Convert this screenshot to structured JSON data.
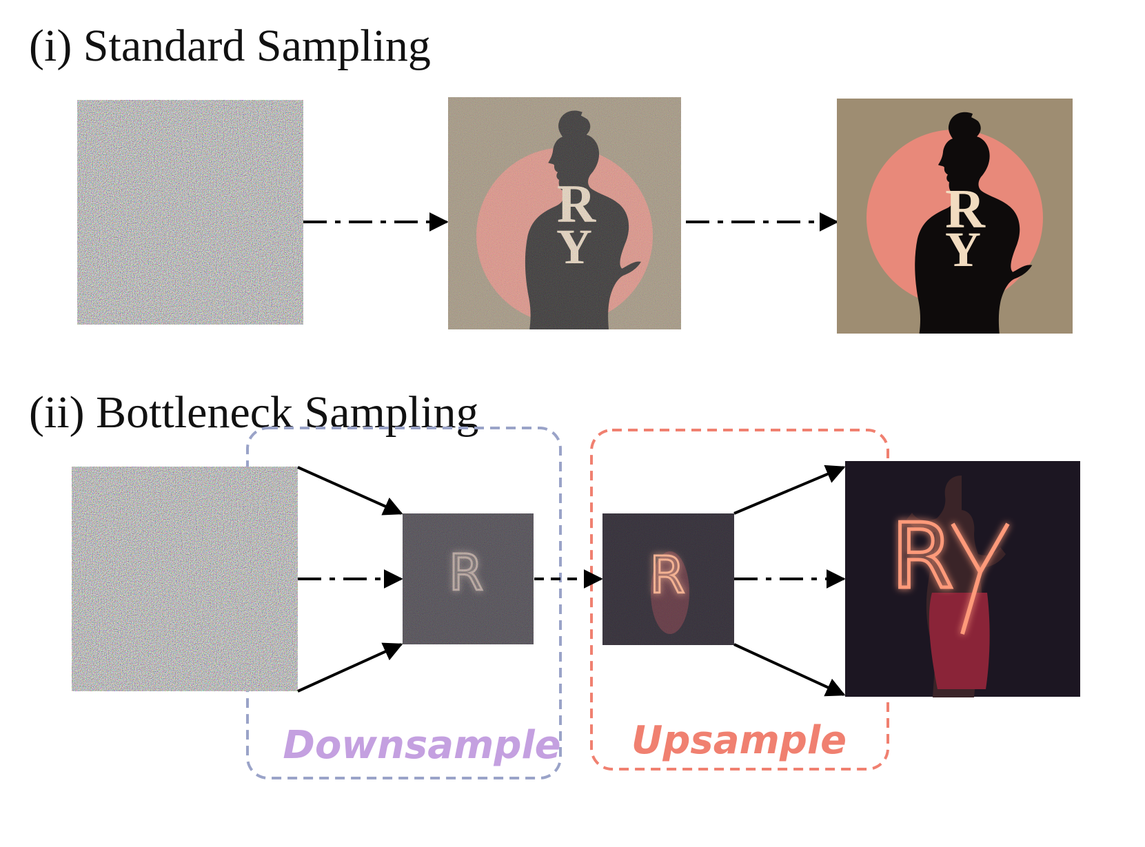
{
  "titles": {
    "standard": "(i) Standard Sampling",
    "bottleneck": "(ii) Bottleneck Sampling"
  },
  "labels": {
    "downsample": "Downsample",
    "upsample": "Upsample"
  },
  "glyphs": {
    "letter_r": "R",
    "letter_y": "Y"
  },
  "colors": {
    "downsample_box": "#9aa3c8",
    "downsample_text": "#c4a0e0",
    "upsample_box": "#f08070",
    "upsample_text": "#f08070",
    "sunset_circle": "#e8897a",
    "warm_background": "#9e8d72",
    "dark_background": "#1c1622",
    "neon_glow": "#ff9a7a",
    "arrow": "#000000"
  }
}
